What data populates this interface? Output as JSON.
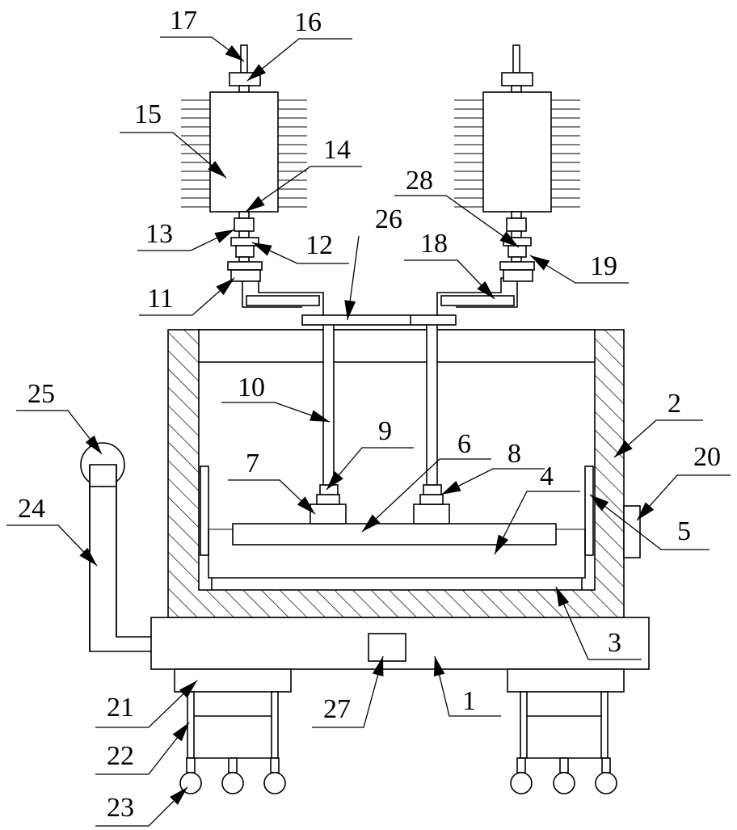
{
  "labels": [
    "1",
    "2",
    "3",
    "4",
    "5",
    "6",
    "7",
    "8",
    "9",
    "10",
    "11",
    "12",
    "13",
    "14",
    "15",
    "16",
    "17",
    "18",
    "19",
    "20",
    "21",
    "22",
    "23",
    "24",
    "25",
    "26",
    "27",
    "28"
  ],
  "colors": {
    "stroke": "#000000",
    "background": "#ffffff"
  }
}
